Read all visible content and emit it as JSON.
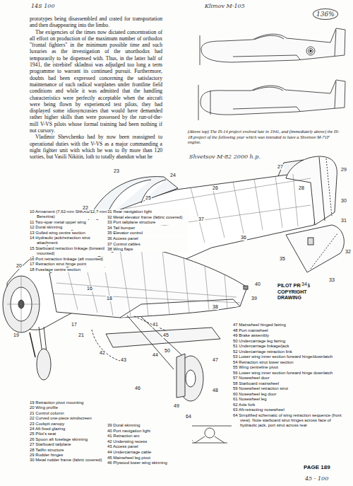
{
  "diagram": {
    "caption": "(Above top) The IS-14 project evolved late in 1941, and (immediately above) the IS-18 project of the following year which was intended to have a Shvetsov M-71F engine.",
    "labels": [
      "14S 100",
      "Klimov M-105",
      "136%",
      "prototypes being disassembled and crated for transportation and then disappearing into the limbo.",
      "The exigencies of the times now dictated concentration of all effort on production of the maximum number of orthodox \"frontal fighters\" in the minimum possible time and such luxuries as the investigation of the unorthodox had temporarily to be dispensed with. Thus, in the latter half of 1941, the istrebitel' skladnoi was adjudged too long a term programme to warrant its continued pursuit. Furthermore, doubts had been expressed concerning the satisfactory maintenance of such radical warplanes under frontline field conditions and while it was admitted that the handling characteristics were perfectly acceptable when the aircraft were being flown by experienced test pilots, they had displayed some idiosyncrasies that would have demanded rather higher skills than were possessed by the run-of-the-mill V-VS pilots whose formal training had been nothing if not cursory.",
      "Vladimir Shevchenko had by now been reassigned to operational duties with the V-VS as a major commanding a night fighter unit with which he was to fly more than 120 sorties, but Vasili Nikitin, loth to totally abandon what he",
      "Shvetsov M-82 2000 h.p.",
      "10 Armament (7,62-mm ShKAS/12,7-mm Berezina)",
      "11 Two-spar metal upper wing",
      "12 Dural skinning",
      "13 Gulled wing centre section",
      "14 Hydraulic jack/retraction strut attachment",
      "15 Starboard retraction linkage (forward mounted)",
      "16 Port retraction linkage (aft mounted)",
      "17 Retraction strut hinge point",
      "18 Fuselage centre section",
      "31 Rear navigation light",
      "32 Metal elevator frame (fabric covered)",
      "33 Port tailplane structure",
      "34 Tail bumper",
      "35 Elevator control",
      "36 Access panel",
      "37 Control cables",
      "38 Wing flaps",
      "19 Retraction pivot mounting",
      "20 Wing profile",
      "21 Control column",
      "22 Curved one-piece windscreen",
      "23 Cockpit canopy",
      "24 Aft fixed glazing",
      "25 Pilot's seat",
      "26 Spoon aft fuselage skinning",
      "27 Starboard tailplane",
      "28 Tailfin structure",
      "29 Rudder hinges",
      "30 Metal rudder frame (fabric covered)",
      "39 Dural skinning",
      "40 Port navigation light",
      "41 Retraction arc",
      "42 Underwing recess",
      "43 Access panel",
      "44 Undercarriage cable",
      "45 Mainwheel leg pivot",
      "46 Plywood lower wing skinning",
      "47 Mainwheel hinged fairing",
      "48 Port mainwheel",
      "49 Brake assembly",
      "50 Undercarriage leg fairing",
      "51 Undercarriage linkage/jack",
      "52 Undercarriage retraction link",
      "53 Lower wing inner section forward hinge/downlatch",
      "54 Retraction strut lower section",
      "55 Wing centreline pivot",
      "56 Lower wing inner section forward hinge downlatch",
      "57 Nosewheel door",
      "58 Starboard mainwheel",
      "59 Nosewheel retraction strut",
      "60 Nosewheel leg door",
      "61 Nosewheel leg",
      "62 Axle fork",
      "63 Aft-retracting nosewheel",
      "64 Simplified schematic of wing retraction sequence (front view). Note starboard strut hinges across face of hydraulic jack, port strut across rear",
      "PILOT PRESS COPYRIGHT DRAWING",
      "PAGE 189",
      "45 - 100",
      "16",
      "17",
      "18",
      "19",
      "20",
      "21",
      "22",
      "23",
      "24",
      "25",
      "26",
      "27",
      "28",
      "29",
      "30",
      "31",
      "32",
      "33",
      "34",
      "35",
      "36",
      "37",
      "38",
      "39",
      "40",
      "41",
      "42",
      "43",
      "44",
      "45",
      "46",
      "47",
      "48",
      "49",
      "50",
      "64"
    ]
  }
}
